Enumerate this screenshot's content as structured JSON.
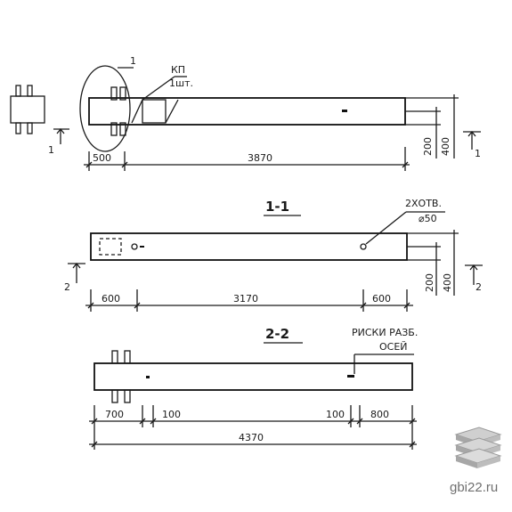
{
  "top_view": {
    "callout": "1",
    "plate_label_1": "КП",
    "plate_label_2": "1шт.",
    "dim_left": "500",
    "dim_main": "3870",
    "dim_h_inner": "200",
    "dim_h_outer": "400",
    "section_mark_left": "1",
    "section_mark_right": "1"
  },
  "section_1": {
    "title": "1-1",
    "holes_note_1": "2ХОТВ.",
    "holes_note_2": "⌀50",
    "dim_left": "600",
    "dim_main": "3170",
    "dim_right": "600",
    "dim_h_inner": "200",
    "dim_h_outer": "400",
    "section_mark_left": "2",
    "section_mark_right": "2"
  },
  "section_2": {
    "title": "2-2",
    "note_1": "РИСКИ РАЗБ.",
    "note_2": "ОСЕЙ",
    "dim_a": "700",
    "dim_b": "100",
    "dim_c": "100",
    "dim_d": "800",
    "dim_total": "4370"
  },
  "watermark": {
    "site": "gbi22.ru",
    "logo_icon": "stacked-slabs-icon"
  }
}
